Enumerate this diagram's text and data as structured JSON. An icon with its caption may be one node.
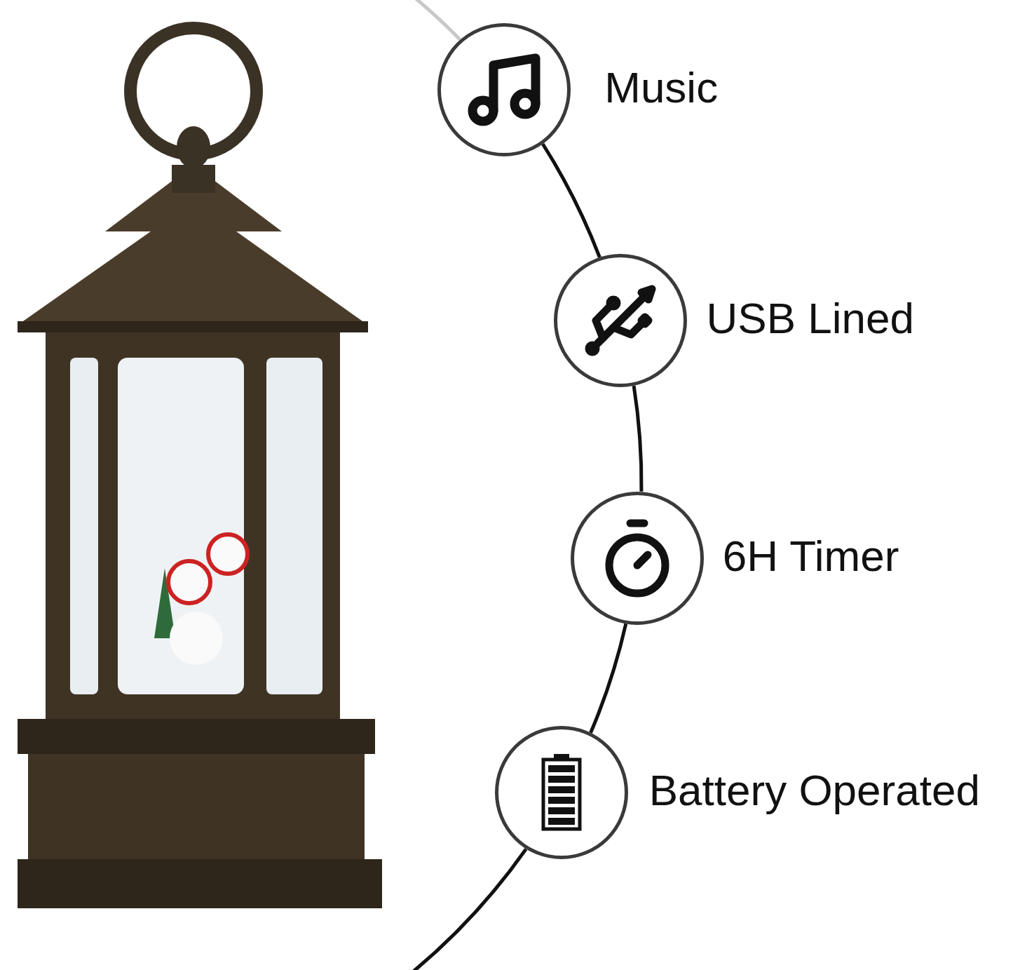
{
  "diagram": {
    "nodes": [
      {
        "text": [],
        "shape": "circle",
        "beside": [
          "Music"
        ]
      },
      {
        "text": [],
        "shape": "circle",
        "beside": [
          "USB Lined"
        ]
      },
      {
        "text": [],
        "shape": "circle",
        "beside": [
          "6H Timer"
        ]
      },
      {
        "text": [],
        "shape": "circle",
        "beside": [
          "Battery Operated"
        ]
      }
    ],
    "edges": [
      {
        "from": null,
        "to": 0,
        "arrow": "none",
        "color": "#c8c8c8"
      },
      {
        "from": 0,
        "to": 1,
        "arrow": "none"
      },
      {
        "from": 1,
        "to": 2,
        "arrow": "none"
      },
      {
        "from": 2,
        "to": 3,
        "arrow": "none"
      },
      {
        "from": 3,
        "to": null,
        "arrow": "none"
      }
    ]
  }
}
